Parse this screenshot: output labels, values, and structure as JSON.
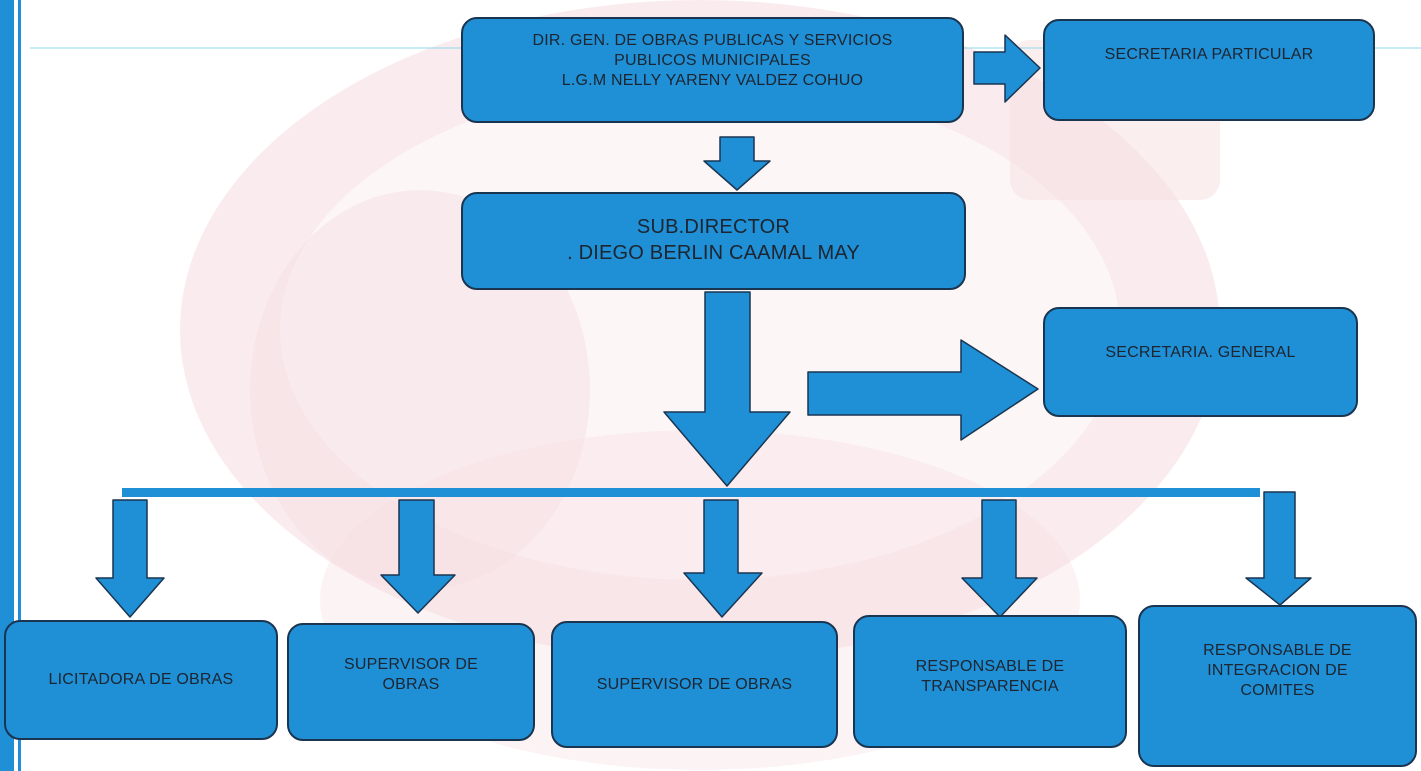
{
  "org_chart": {
    "director": {
      "line1": "DIR. GEN. DE OBRAS PUBLICAS Y SERVICIOS",
      "line2": "PUBLICOS MUNICIPALES",
      "line3": "L.G.M NELLY YARENY VALDEZ COHUO"
    },
    "private_secretary": {
      "line1": "SECRETARIA PARTICULAR"
    },
    "subdirector": {
      "line1": "SUB.DIRECTOR",
      "line2": ". DIEGO BERLIN CAAMAL MAY"
    },
    "general_secretary": {
      "line1": "SECRETARIA. GENERAL"
    },
    "units": [
      {
        "line1": "LICITADORA DE OBRAS"
      },
      {
        "line1": "SUPERVISOR DE",
        "line2": "OBRAS"
      },
      {
        "line1": "SUPERVISOR DE OBRAS"
      },
      {
        "line1": "RESPONSABLE DE",
        "line2": "TRANSPARENCIA"
      },
      {
        "line1": "RESPONSABLE DE",
        "line2": "INTEGRACION DE",
        "line3": "COMITES"
      }
    ]
  },
  "colors": {
    "box_fill": "#1f8fd6",
    "box_border": "#1a3550",
    "arrow_fill": "#1f8fd6",
    "watermark": "#f3d9dc",
    "margin_bar": "#1f8fd6"
  }
}
